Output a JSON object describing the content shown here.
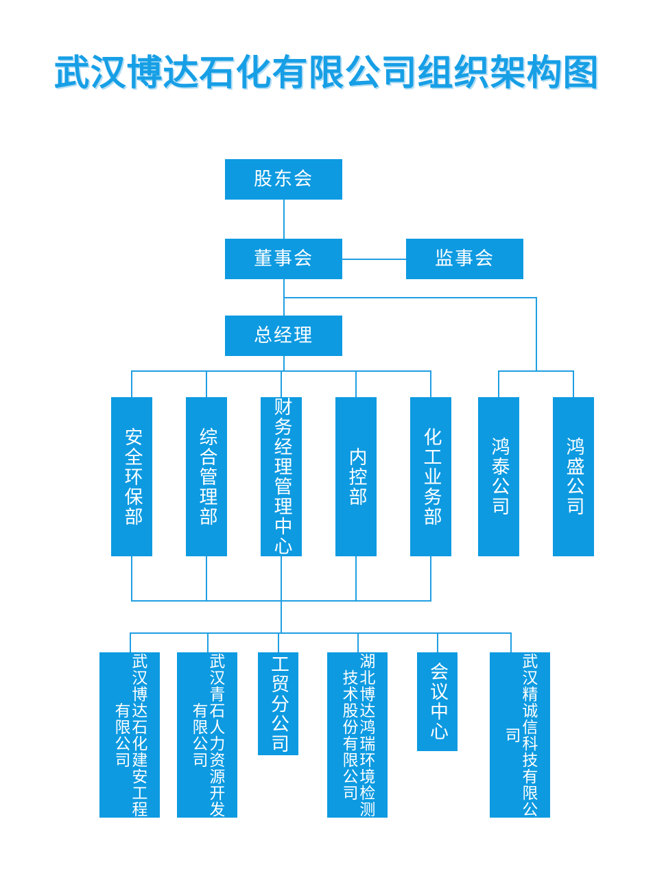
{
  "title": "武汉博达石化有限公司组织架构图",
  "theme": {
    "box_fill": "#0d9ae1",
    "line_color": "#1f9ee2",
    "title_color": "#179fe6",
    "text_color": "#ffffff",
    "background": "#ffffff"
  },
  "chart_data": {
    "type": "diagram",
    "diagram_kind": "organizational-chart",
    "title": "武汉博达石化有限公司组织架构图",
    "levels": [
      {
        "level": 1,
        "nodes": [
          "股东会"
        ]
      },
      {
        "level": 2,
        "nodes": [
          "董事会",
          "监事会"
        ]
      },
      {
        "level": 3,
        "nodes": [
          "总经理"
        ]
      },
      {
        "level": 4,
        "nodes": [
          "安全环保部",
          "综合管理部",
          "财务经理管理中心",
          "内控部",
          "化工业务部",
          "鸿泰公司",
          "鸿盛公司"
        ]
      },
      {
        "level": 5,
        "nodes": [
          "武汉博达石化建安工程有限公司",
          "武汉青石人力资源开发有限公司",
          "工贸分公司",
          "湖北博达鸿瑞环境检测技术股份有限公司",
          "会议中心",
          "武汉精诚信科技有限公司"
        ]
      }
    ],
    "edges": [
      {
        "from": "股东会",
        "to": "董事会"
      },
      {
        "from": "董事会",
        "to": "监事会",
        "style": "horizontal-peer"
      },
      {
        "from": "董事会",
        "to": "总经理"
      },
      {
        "from": "董事会",
        "to": "鸿泰公司"
      },
      {
        "from": "董事会",
        "to": "鸿盛公司"
      },
      {
        "from": "总经理",
        "to": "安全环保部"
      },
      {
        "from": "总经理",
        "to": "综合管理部"
      },
      {
        "from": "总经理",
        "to": "财务经理管理中心"
      },
      {
        "from": "总经理",
        "to": "内控部"
      },
      {
        "from": "总经理",
        "to": "化工业务部"
      },
      {
        "from": "部门合并",
        "to": "武汉博达石化建安工程有限公司"
      },
      {
        "from": "部门合并",
        "to": "武汉青石人力资源开发有限公司"
      },
      {
        "from": "部门合并",
        "to": "工贸分公司"
      },
      {
        "from": "部门合并",
        "to": "湖北博达鸿瑞环境检测技术股份有限公司"
      },
      {
        "from": "部门合并",
        "to": "会议中心"
      },
      {
        "from": "部门合并",
        "to": "武汉精诚信科技有限公司"
      }
    ]
  },
  "nodes": {
    "shareholders": "股东会",
    "board": "董事会",
    "supervisors": "监事会",
    "gm": "总经理",
    "departments": [
      "安全环保部",
      "综合管理部",
      "财务经理管理中心",
      "内控部",
      "化工业务部"
    ],
    "subsidiaries_top": [
      "鸿泰公司",
      "鸿盛公司"
    ],
    "units": [
      "武汉博达石化建安工程有限公司",
      "武汉青石人力资源开发有限公司",
      "工贸分公司",
      "湖北博达鸿瑞环境检测技术股份有限公司",
      "会议中心",
      "武汉精诚信科技有限公司"
    ]
  }
}
